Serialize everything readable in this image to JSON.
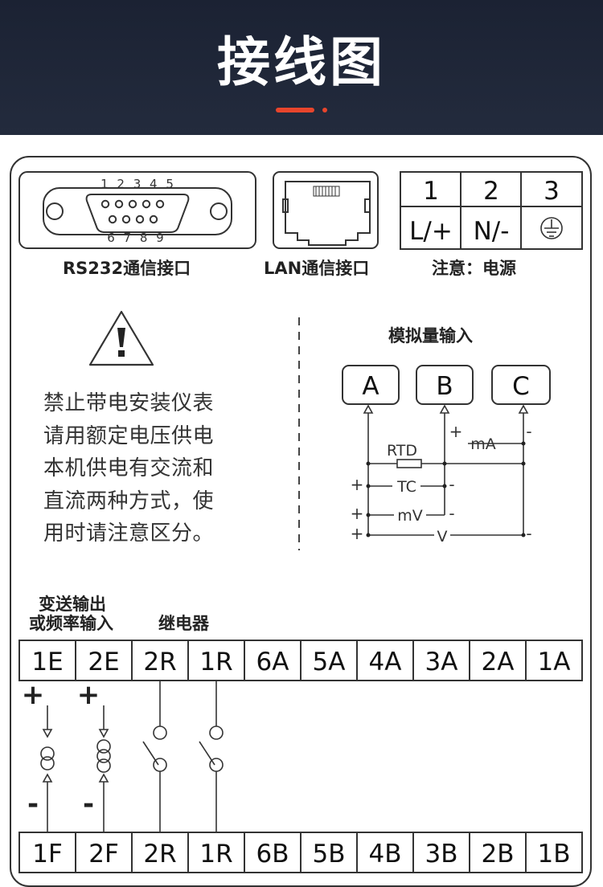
{
  "header": {
    "title": "接线图"
  },
  "top": {
    "rs232_label": "RS232通信接口",
    "rs232_pins_top": "1 2 3 4 5",
    "rs232_pins_bottom": "6 7 8 9",
    "lan_label": "LAN通信接口",
    "power_label": "注意：电源",
    "power_numbers": [
      "1",
      "2",
      "3"
    ],
    "power_terms": [
      "L/+",
      "N/-"
    ],
    "ground_icon": "ground-icon"
  },
  "warning": {
    "icon": "warning-triangle-icon",
    "lines": [
      "禁止带电安装仪表",
      "请用额定电压供电",
      "本机供电有交流和",
      "直流两种方式，使",
      "用时请注意区分。"
    ]
  },
  "analog": {
    "title": "模拟量输入",
    "boxes": [
      "A",
      "B",
      "C"
    ],
    "labels": {
      "rtd": "RTD",
      "ma": "mA",
      "tc": "TC",
      "mv": "mV",
      "v": "V"
    }
  },
  "bottom": {
    "transmit_label_1": "变送输出",
    "transmit_label_2": "或频率输入",
    "relay_label": "继电器",
    "top_terminals": [
      "1E",
      "2E",
      "2R",
      "1R",
      "6A",
      "5A",
      "4A",
      "3A",
      "2A",
      "1A"
    ],
    "bottom_terminals": [
      "1F",
      "2F",
      "2R",
      "1R",
      "6B",
      "5B",
      "4B",
      "3B",
      "2B",
      "1B"
    ],
    "plus": "+",
    "minus": "-"
  }
}
